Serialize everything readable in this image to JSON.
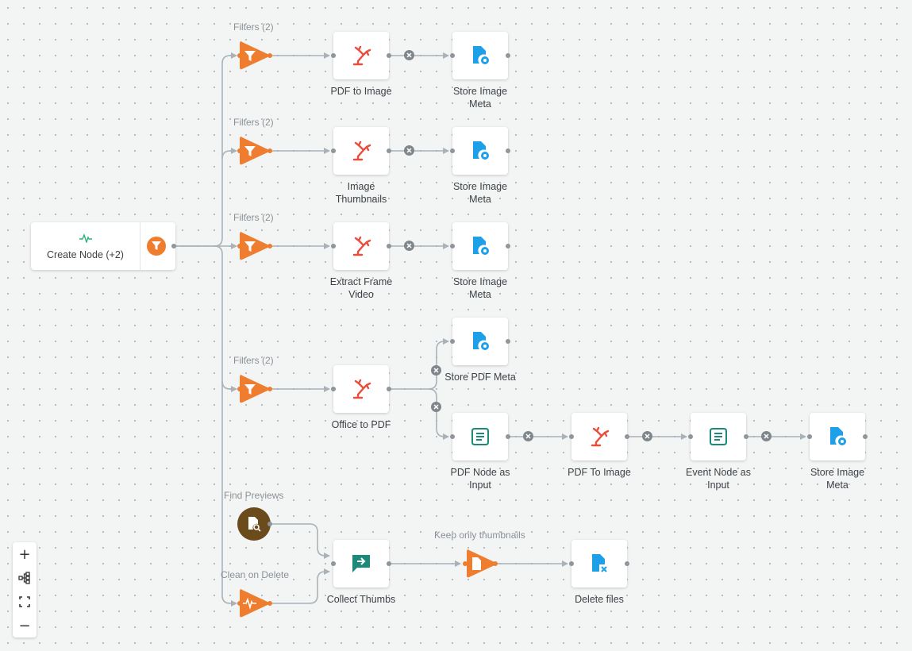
{
  "root_node": {
    "label": "Create Node (+2)"
  },
  "filter_groups": [
    {
      "label": "Filters (2)"
    },
    {
      "label": "Filters (2)"
    },
    {
      "label": "Filters (2)"
    },
    {
      "label": "Filters (2)"
    }
  ],
  "nodes": {
    "pdf_to_image": "PDF to Image",
    "store_meta_1": "Store Image Meta",
    "image_thumbnails": "Image Thumbnails",
    "store_meta_2": "Store Image Meta",
    "extract_frame": "Extract Frame Video",
    "store_meta_3": "Store Image Meta",
    "store_pdf_meta": "Store PDF Meta",
    "office_to_pdf": "Office to PDF",
    "pdf_node_input": "PDF Node as Input",
    "pdf_to_image_2": "PDF To Image",
    "event_node_input": "Event Node as Input",
    "store_meta_4": "Store Image Meta",
    "collect_thumbs": "Collect Thumbs",
    "delete_files": "Delete files"
  },
  "triggers": {
    "find_previews": "Find Previews",
    "clean_on_delete": "Clean on Delete",
    "keep_only_thumbnails": "Keep only thumbnails"
  },
  "zoom_controls": {
    "zoom_in": "+",
    "zoom_out": "−"
  },
  "colors": {
    "orange": "#ee7d2f",
    "red_icon": "#e94e3c",
    "blue_icon": "#1ea0e8",
    "teal_icon": "#1b8a7a",
    "brown": "#6b4a1c",
    "edge": "#a8b2b8"
  }
}
